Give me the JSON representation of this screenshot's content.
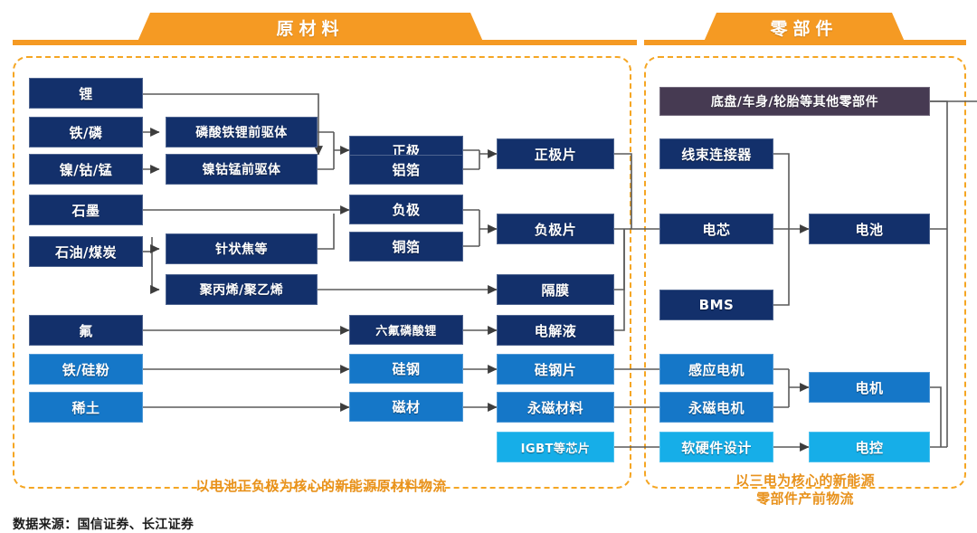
{
  "banners": [
    {
      "id": "raw-materials",
      "label": "原材料"
    },
    {
      "id": "components",
      "label": "零部件"
    }
  ],
  "captions": [
    {
      "id": "raw-materials-flow",
      "text": "以电池正负极为核心的新能源原材料物流"
    },
    {
      "id": "components-flow-line1",
      "text": "以三电为核心的新能源"
    },
    {
      "id": "components-flow-line2",
      "text": "零部件产前物流"
    }
  ],
  "source_note": "数据来源：国信证券、长江证券",
  "colors": {
    "banner_orange": "#F59A23",
    "frame_orange": "#F5A623",
    "navy": "#13306B",
    "blue": "#1577C8",
    "cyan": "#16AEE8",
    "plum": "#463A52",
    "caption_orange": "#E8921C",
    "wire": "#5a5a5a"
  },
  "nodes": {
    "col1": [
      {
        "id": "lithium",
        "label": "锂",
        "color": "navy"
      },
      {
        "id": "iron-phosphor",
        "label": "铁/磷",
        "color": "navy"
      },
      {
        "id": "nickel-cobalt-manganese",
        "label": "镍/钴/锰",
        "color": "navy"
      },
      {
        "id": "graphite",
        "label": "石墨",
        "color": "navy"
      },
      {
        "id": "oil-coal",
        "label": "石油/煤炭",
        "color": "navy"
      },
      {
        "id": "fluorine",
        "label": "氟",
        "color": "navy"
      },
      {
        "id": "iron-silicon-powder",
        "label": "铁/硅粉",
        "color": "blue"
      },
      {
        "id": "rare-earth",
        "label": "稀土",
        "color": "blue"
      }
    ],
    "col2": [
      {
        "id": "lfp-precursor",
        "label": "磷酸铁锂前驱体",
        "color": "navy"
      },
      {
        "id": "ncm-precursor",
        "label": "镍钴锰前驱体",
        "color": "navy"
      },
      {
        "id": "needle-coke",
        "label": "针状焦等",
        "color": "navy"
      },
      {
        "id": "pp-pe",
        "label": "聚丙烯/聚乙烯",
        "color": "navy"
      }
    ],
    "col3": [
      {
        "id": "cathode",
        "label": "正极",
        "color": "navy"
      },
      {
        "id": "aluminum-foil",
        "label": "铝箔",
        "color": "navy"
      },
      {
        "id": "anode",
        "label": "负极",
        "color": "navy"
      },
      {
        "id": "copper-foil",
        "label": "铜箔",
        "color": "navy"
      },
      {
        "id": "lipf6",
        "label": "六氟磷酸锂",
        "color": "navy"
      },
      {
        "id": "silicon-steel",
        "label": "硅钢",
        "color": "blue"
      },
      {
        "id": "magnetic-material",
        "label": "磁材",
        "color": "blue"
      }
    ],
    "col4": [
      {
        "id": "cathode-sheet",
        "label": "正极片",
        "color": "navy"
      },
      {
        "id": "anode-sheet",
        "label": "负极片",
        "color": "navy"
      },
      {
        "id": "separator",
        "label": "隔膜",
        "color": "navy"
      },
      {
        "id": "electrolyte",
        "label": "电解液",
        "color": "navy"
      },
      {
        "id": "silicon-steel-sheet",
        "label": "硅钢片",
        "color": "blue"
      },
      {
        "id": "permanent-magnet-material",
        "label": "永磁材料",
        "color": "blue"
      },
      {
        "id": "igbt-chips",
        "label": "IGBT等芯片",
        "color": "cyan"
      }
    ],
    "col5": [
      {
        "id": "chassis-body-tires",
        "label": "底盘/车身/轮胎等其他零部件",
        "color": "plum"
      },
      {
        "id": "wiring-harness-connector",
        "label": "线束连接器",
        "color": "navy"
      },
      {
        "id": "battery-cell",
        "label": "电芯",
        "color": "navy"
      },
      {
        "id": "bms",
        "label": "BMS",
        "color": "navy"
      },
      {
        "id": "induction-motor",
        "label": "感应电机",
        "color": "blue"
      },
      {
        "id": "permanent-magnet-motor",
        "label": "永磁电机",
        "color": "blue"
      },
      {
        "id": "hw-sw-design",
        "label": "软硬件设计",
        "color": "cyan"
      }
    ],
    "col6": [
      {
        "id": "battery",
        "label": "电池",
        "color": "navy"
      },
      {
        "id": "motor",
        "label": "电机",
        "color": "blue"
      },
      {
        "id": "motor-control",
        "label": "电控",
        "color": "cyan"
      }
    ]
  }
}
